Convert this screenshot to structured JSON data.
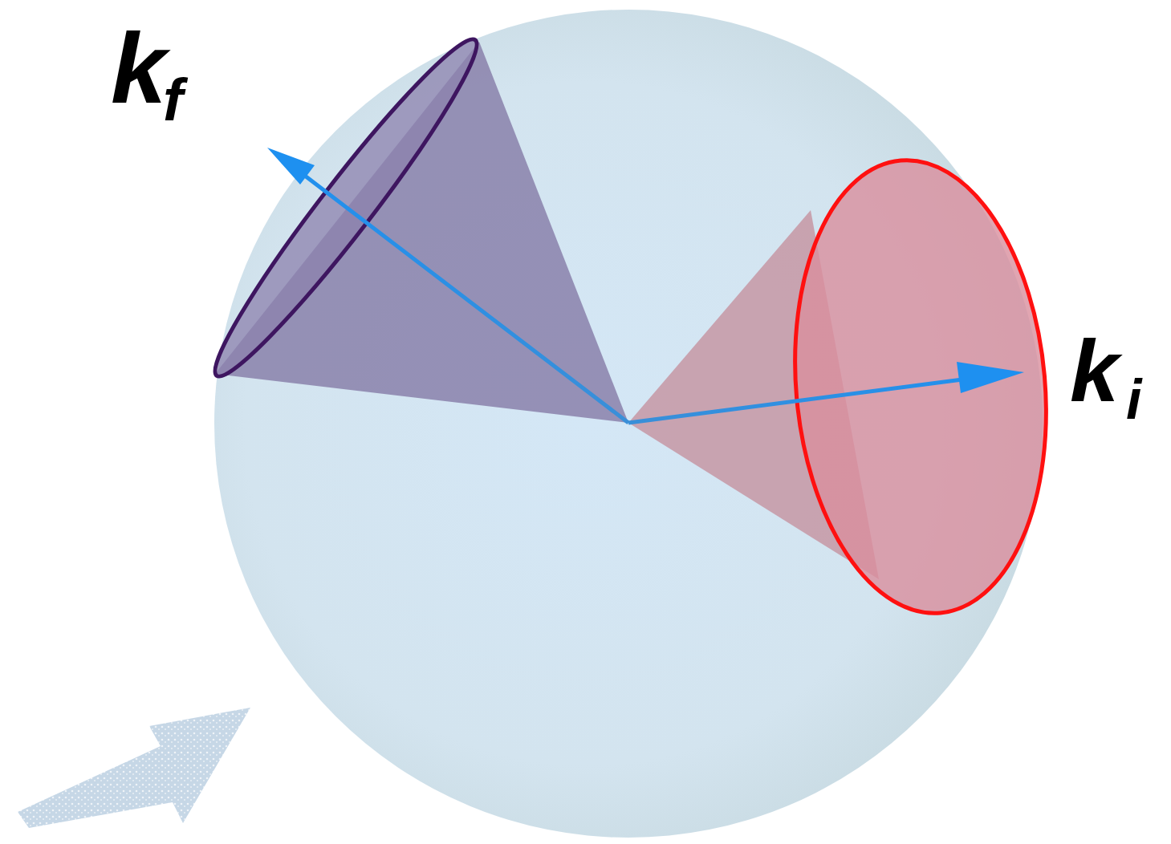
{
  "diagram": {
    "labels": [
      "k",
      "f",
      "k",
      "i"
    ]
  }
}
